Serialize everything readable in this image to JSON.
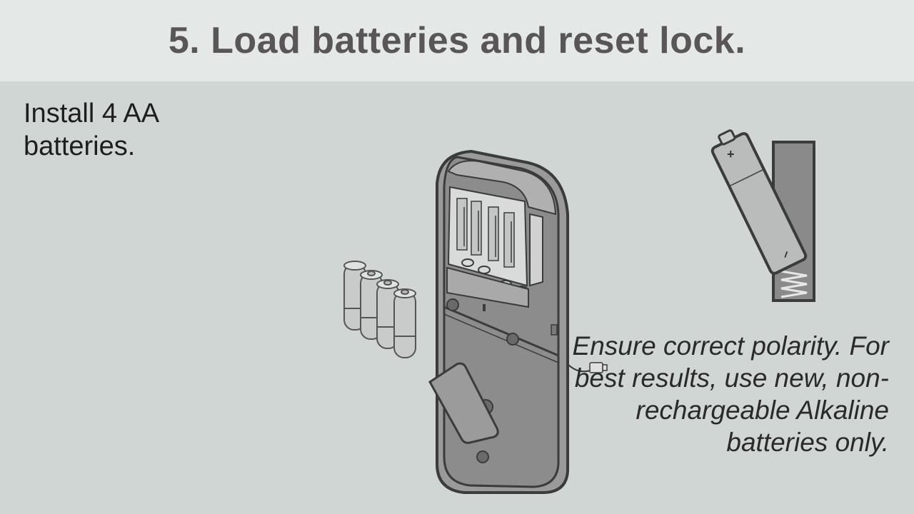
{
  "title": "5. Load batteries and reset lock.",
  "instruction": "Install 4 AA batteries.",
  "polarity_note": "Ensure correct polarity. For best results, use new, non-rechargeable Alkaline batteries only.",
  "battery_detail": {
    "plus_symbol": "+",
    "minus_symbol": "–"
  }
}
